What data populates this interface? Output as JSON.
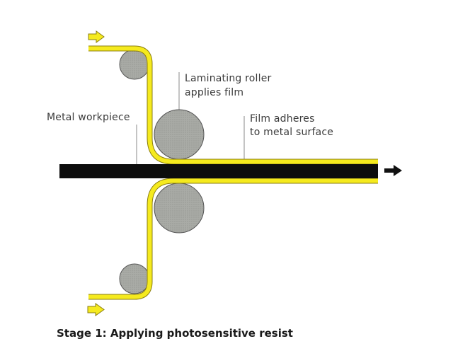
{
  "diagram": {
    "labels": {
      "metal_workpiece": "Metal workpiece",
      "laminating_roller_line1": "Laminating roller",
      "laminating_roller_line2": "applies film",
      "film_adheres_line1": "Film adheres",
      "film_adheres_line2": "to metal surface"
    },
    "caption": "Stage 1: Applying photosensitive resist",
    "colors": {
      "film": "#f5ea1e",
      "film_edge": "#8a7d10",
      "metal": "#0d0d0d",
      "roller": "#a9aba6",
      "roller_edge": "#555555",
      "leader": "#888888",
      "arrow_out": "#111111"
    },
    "arrows": {
      "film_in_top": "right-arrow-icon",
      "film_in_bottom": "right-arrow-icon",
      "workpiece_out": "right-arrow-icon"
    }
  }
}
